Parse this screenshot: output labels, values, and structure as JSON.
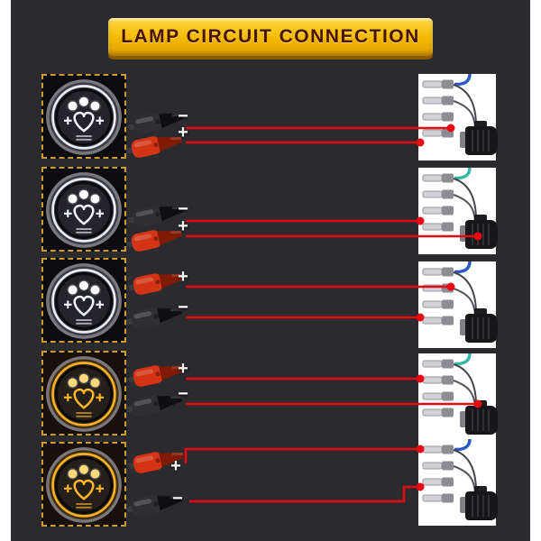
{
  "title": {
    "text": "LAMP CIRCUIT CONNECTION"
  },
  "colors": {
    "background": "#2b2a2f",
    "banner_gold": "#f6c500",
    "banner_text": "#4a1202",
    "wire_red": "#e50914",
    "clip_red": "#d23415",
    "clip_black": "#2e2e33",
    "lamp_white": "#f3f5ff",
    "lamp_amber": "#ffb62a",
    "connector_blue": "#2b59c3",
    "connector_teal": "#35b8a5"
  },
  "rows": [
    {
      "lamp": "white-led-heart-headlight",
      "light_color": "white",
      "top_sign": "−",
      "bottom_sign": "+",
      "top_clip": "black",
      "bottom_clip": "red",
      "connector_wire": "blue"
    },
    {
      "lamp": "white-led-heart-headlight",
      "light_color": "white",
      "top_sign": "−",
      "bottom_sign": "+",
      "top_clip": "black",
      "bottom_clip": "red",
      "connector_wire": "teal"
    },
    {
      "lamp": "white-halo-heart-headlight",
      "light_color": "white",
      "top_sign": "+",
      "bottom_sign": "−",
      "top_clip": "red",
      "bottom_clip": "black",
      "connector_wire": "blue"
    },
    {
      "lamp": "amber-halo-heart-headlight",
      "light_color": "amber",
      "top_sign": "+",
      "bottom_sign": "−",
      "top_clip": "red",
      "bottom_clip": "black",
      "connector_wire": "teal"
    },
    {
      "lamp": "amber-halo-heart-headlight",
      "light_color": "amber",
      "top_sign": "+",
      "bottom_sign": "−",
      "top_clip": "red",
      "bottom_clip": "black",
      "connector_wire": "blue"
    }
  ]
}
